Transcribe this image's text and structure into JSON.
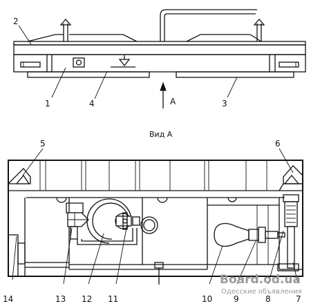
{
  "top_view_labels": [
    "1",
    "2",
    "3",
    "4"
  ],
  "arrow_label": "А",
  "view_caption": "Вид А",
  "bottom_view_labels": [
    "5",
    "6",
    "7",
    "8",
    "9",
    "10",
    "11",
    "12",
    "13",
    "14"
  ],
  "watermark": {
    "site": "Board.od.ua",
    "tagline": "Одесские объявления"
  }
}
